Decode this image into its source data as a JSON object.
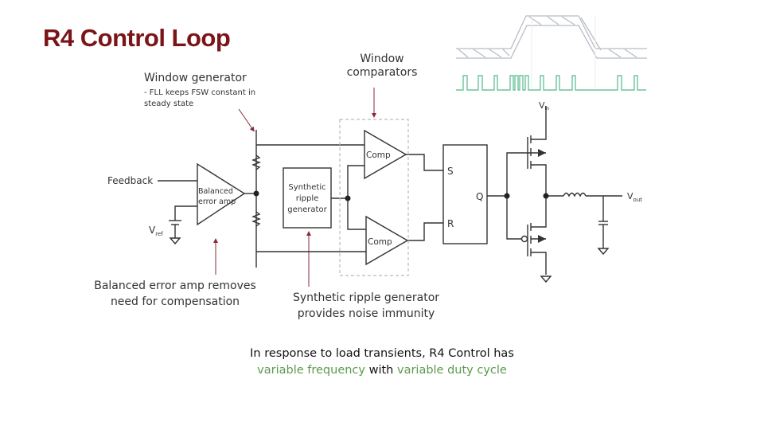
{
  "slide": {
    "title": "R4 Control Loop",
    "annotations": {
      "window_generator_title": "Window generator",
      "window_generator_note": "- FLL keeps FSW constant in steady state",
      "window_comparators_line1": "Window",
      "window_comparators_line2": "comparators",
      "error_amp_caption_line1": "Balanced error amp removes",
      "error_amp_caption_line2": "need for compensation",
      "ripple_caption_line1": "Synthetic ripple generator",
      "ripple_caption_line2": "provides noise immunity"
    },
    "schematic": {
      "feedback_label": "Feedback",
      "vref_label": "V",
      "vref_sub": "ref",
      "error_amp_line1": "Balanced",
      "error_amp_line2": "error amp",
      "ripple_line1": "Synthetic",
      "ripple_line2": "ripple",
      "ripple_line3": "generator",
      "comp_top": "Comp",
      "comp_bottom": "Comp",
      "latch_s": "S",
      "latch_r": "R",
      "latch_q": "Q",
      "vin_label": "V",
      "vin_sub": "in",
      "vout_label": "V",
      "vout_sub": "out"
    },
    "waveform": {
      "envelope_color": "#b8bcc4",
      "pulse_color": "#6cc49a"
    },
    "bottom_text": {
      "line1": "In response to load transients, R4 Control has",
      "green1": "variable frequency",
      "mid": " with ",
      "green2": "variable duty cycle"
    },
    "colors": {
      "title": "#7a1418",
      "arrow": "#8a2a3a",
      "highlight": "#5c9a4e"
    }
  }
}
